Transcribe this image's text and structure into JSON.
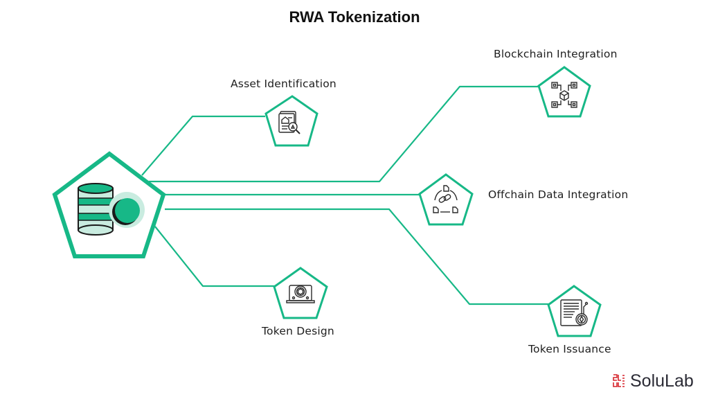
{
  "title": "RWA Tokenization",
  "colors": {
    "accent": "#17b887",
    "accent_light": "#c9ece0",
    "icon_stroke": "#2a2a2a",
    "brand_red": "#d6242b"
  },
  "hub": {
    "icon": "database-token-icon"
  },
  "steps": [
    {
      "id": "asset-identification",
      "label": "Asset Identification",
      "icon": "document-search-icon"
    },
    {
      "id": "blockchain-integration",
      "label": "Blockchain Integration",
      "icon": "blockchain-cube-icon"
    },
    {
      "id": "offchain-data-integration",
      "label": "Offchain Data Integration",
      "icon": "linked-data-sync-icon"
    },
    {
      "id": "token-design",
      "label": "Token Design",
      "icon": "laptop-token-icon"
    },
    {
      "id": "token-issuance",
      "label": "Token Issuance",
      "icon": "contract-coin-icon"
    }
  ],
  "brand": {
    "name": "SoluLab",
    "logo": "solulab-logo-icon"
  }
}
